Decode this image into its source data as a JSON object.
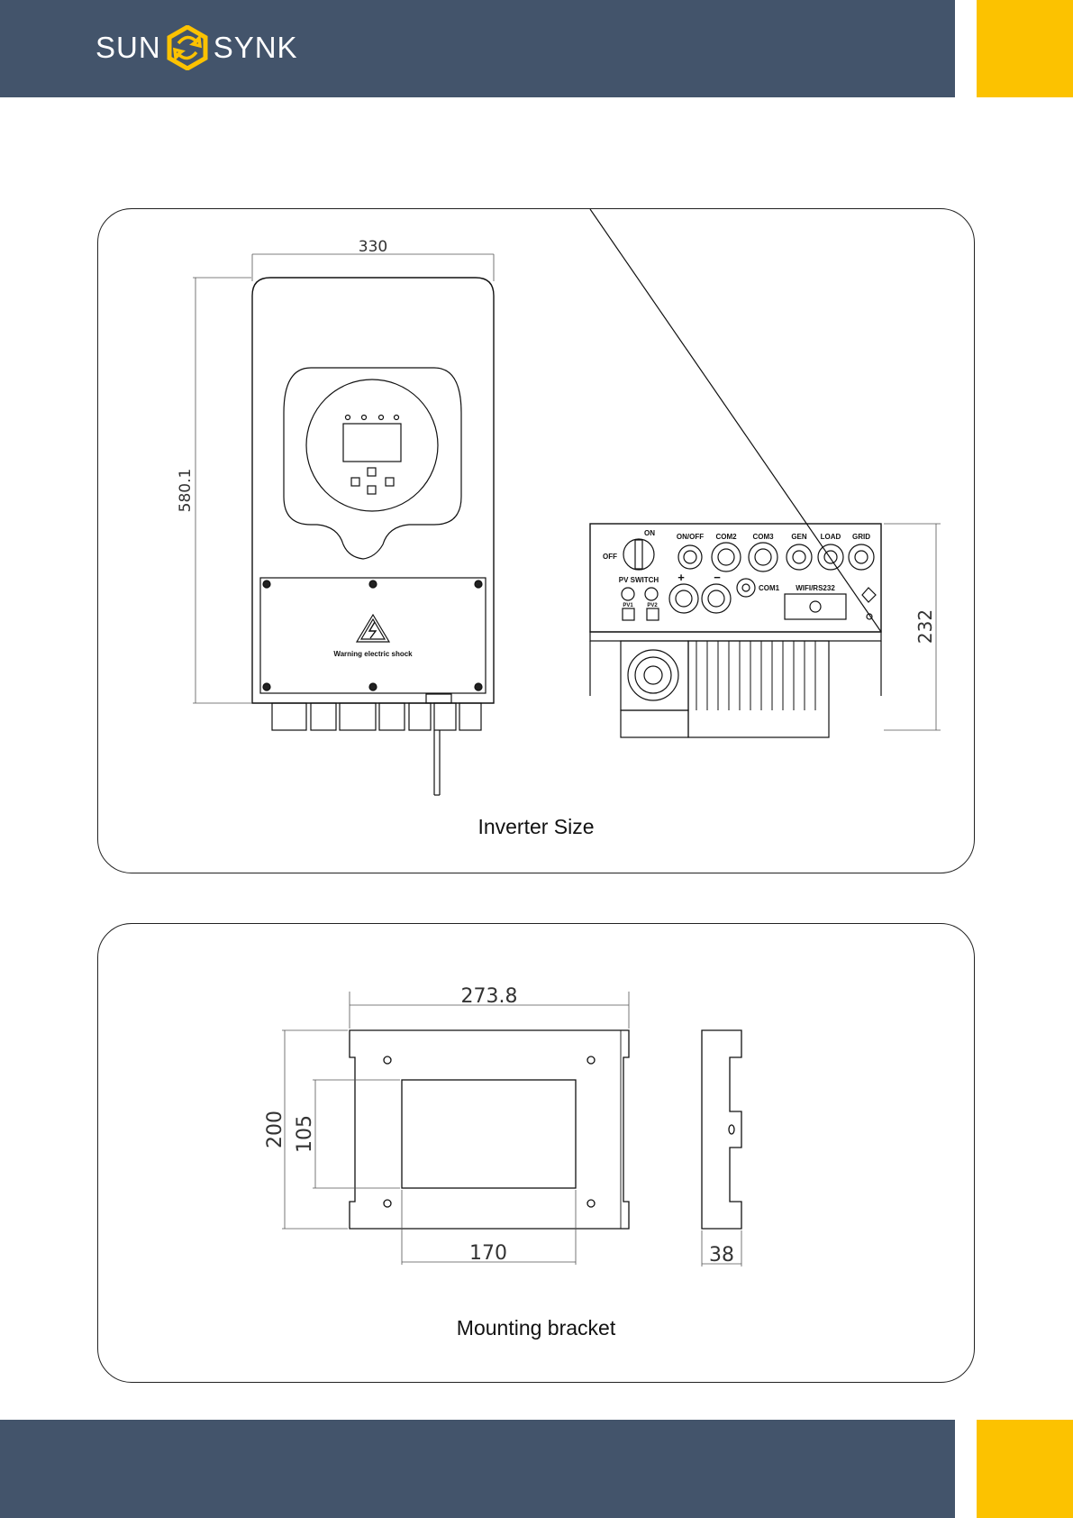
{
  "header": {
    "brand_left": "SUN",
    "brand_right": "SYNK",
    "band_color": "#43546b",
    "accent_color": "#fcc200"
  },
  "inverter_panel": {
    "caption": "Inverter Size",
    "front_width": "330",
    "front_height": "580.1",
    "side_height": "232",
    "warning_label": "Warning electric shock",
    "ports": {
      "on": "ON",
      "off": "OFF",
      "on_off": "ON/OFF",
      "com2": "COM2",
      "com3": "COM3",
      "gen": "GEN",
      "load": "LOAD",
      "grid": "GRID",
      "pv_switch": "PV SWITCH",
      "pv1": "PV1",
      "pv2": "PV2",
      "com1": "COM1",
      "wifi": "WIFI/RS232",
      "plus": "+",
      "minus": "−"
    }
  },
  "bracket_panel": {
    "caption": "Mounting bracket",
    "width": "273.8",
    "height": "200",
    "inner_height": "105",
    "inner_width": "170",
    "depth": "38"
  }
}
